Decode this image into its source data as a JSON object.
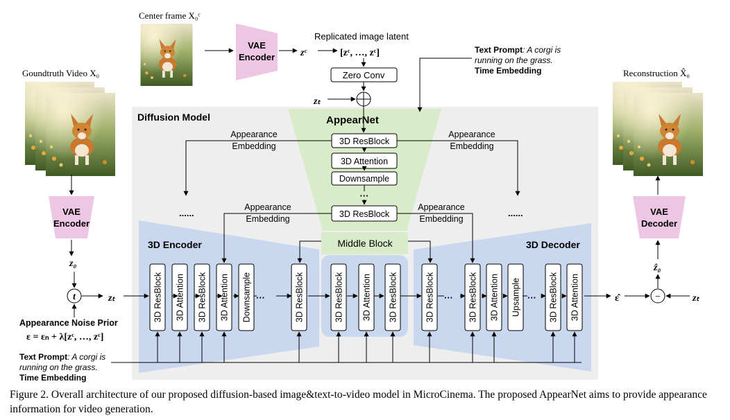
{
  "labels": {
    "center_frame": "Center frame X₀ᶜ",
    "replicated_latent": "Replicated image latent",
    "text_prompt_top": "Text Prompt",
    "text_prompt_top_rest": ": A corgi is",
    "text_prompt_top_line2": "running on the grass.",
    "time_embedding_top": "Time Embedding",
    "groundtruth_video": "Goundtruth Video X₀",
    "reconstruction": "Reconstruction X̂₀",
    "diffusion_model": "Diffusion Model",
    "appearnet": "AppearNet",
    "appearance": "Appearance",
    "embedding": "Embedding",
    "encoder_3d": "3D Encoder",
    "decoder_3d": "3D Decoder",
    "middle_block": "Middle Block",
    "appearance_noise_prior": "Appearance Noise Prior",
    "noise_formula": "ε = εₙ + λ[zᶜ, …, zᶜ]",
    "text_prompt_bottom": "Text Prompt",
    "text_prompt_bottom_rest": ": A corgi is",
    "text_prompt_bottom_line2": "running on the grass.",
    "time_embedding_bottom": "Time Embedding",
    "ellipsis": "......",
    "dots": "···"
  },
  "math": {
    "zc": "zᶜ",
    "z_list": "[zᶜ, …, zᶜ]",
    "zt": "zₜ",
    "z0": "z₀",
    "z0hat": "ẑ₀",
    "t": "t",
    "eps_hat": "ε̂",
    "minus": "−"
  },
  "blocks": {
    "vae_encoder_top": [
      "VAE",
      "Encoder"
    ],
    "vae_encoder_left": [
      "VAE",
      "Encoder"
    ],
    "vae_decoder": [
      "VAE",
      "Decoder"
    ],
    "zero_conv": "Zero Conv",
    "app_resblock_1": "3D ResBlock",
    "app_attention": "3D Attention",
    "app_downsample": "Downsample",
    "app_resblock_2": "3D ResBlock",
    "enc_columns": [
      "3D ResBlock",
      "3D Attention",
      "3D ResBlock",
      "3D Attention",
      "Downsample",
      "3D ResBlock"
    ],
    "mid_columns": [
      "3D ResBlock",
      "3D Attention",
      "3D ResBlock"
    ],
    "dec_columns": [
      "3D ResBlock",
      "3D ResBlock",
      "3D Attention",
      "Upsample",
      "3D ResBlock",
      "3D Attention"
    ]
  },
  "caption": "Figure 2.  Overall architecture of our proposed diffusion-based image&text-to-video model in MicroCinema. The proposed AppearNet aims to provide appearance information for video generation.",
  "colors": {
    "diffusion_bg": "#eeeeee",
    "appearnet_green": "#d9ecc9",
    "unet_blue": "#c9d8ef",
    "vae_pink": "#ecc6e3"
  }
}
